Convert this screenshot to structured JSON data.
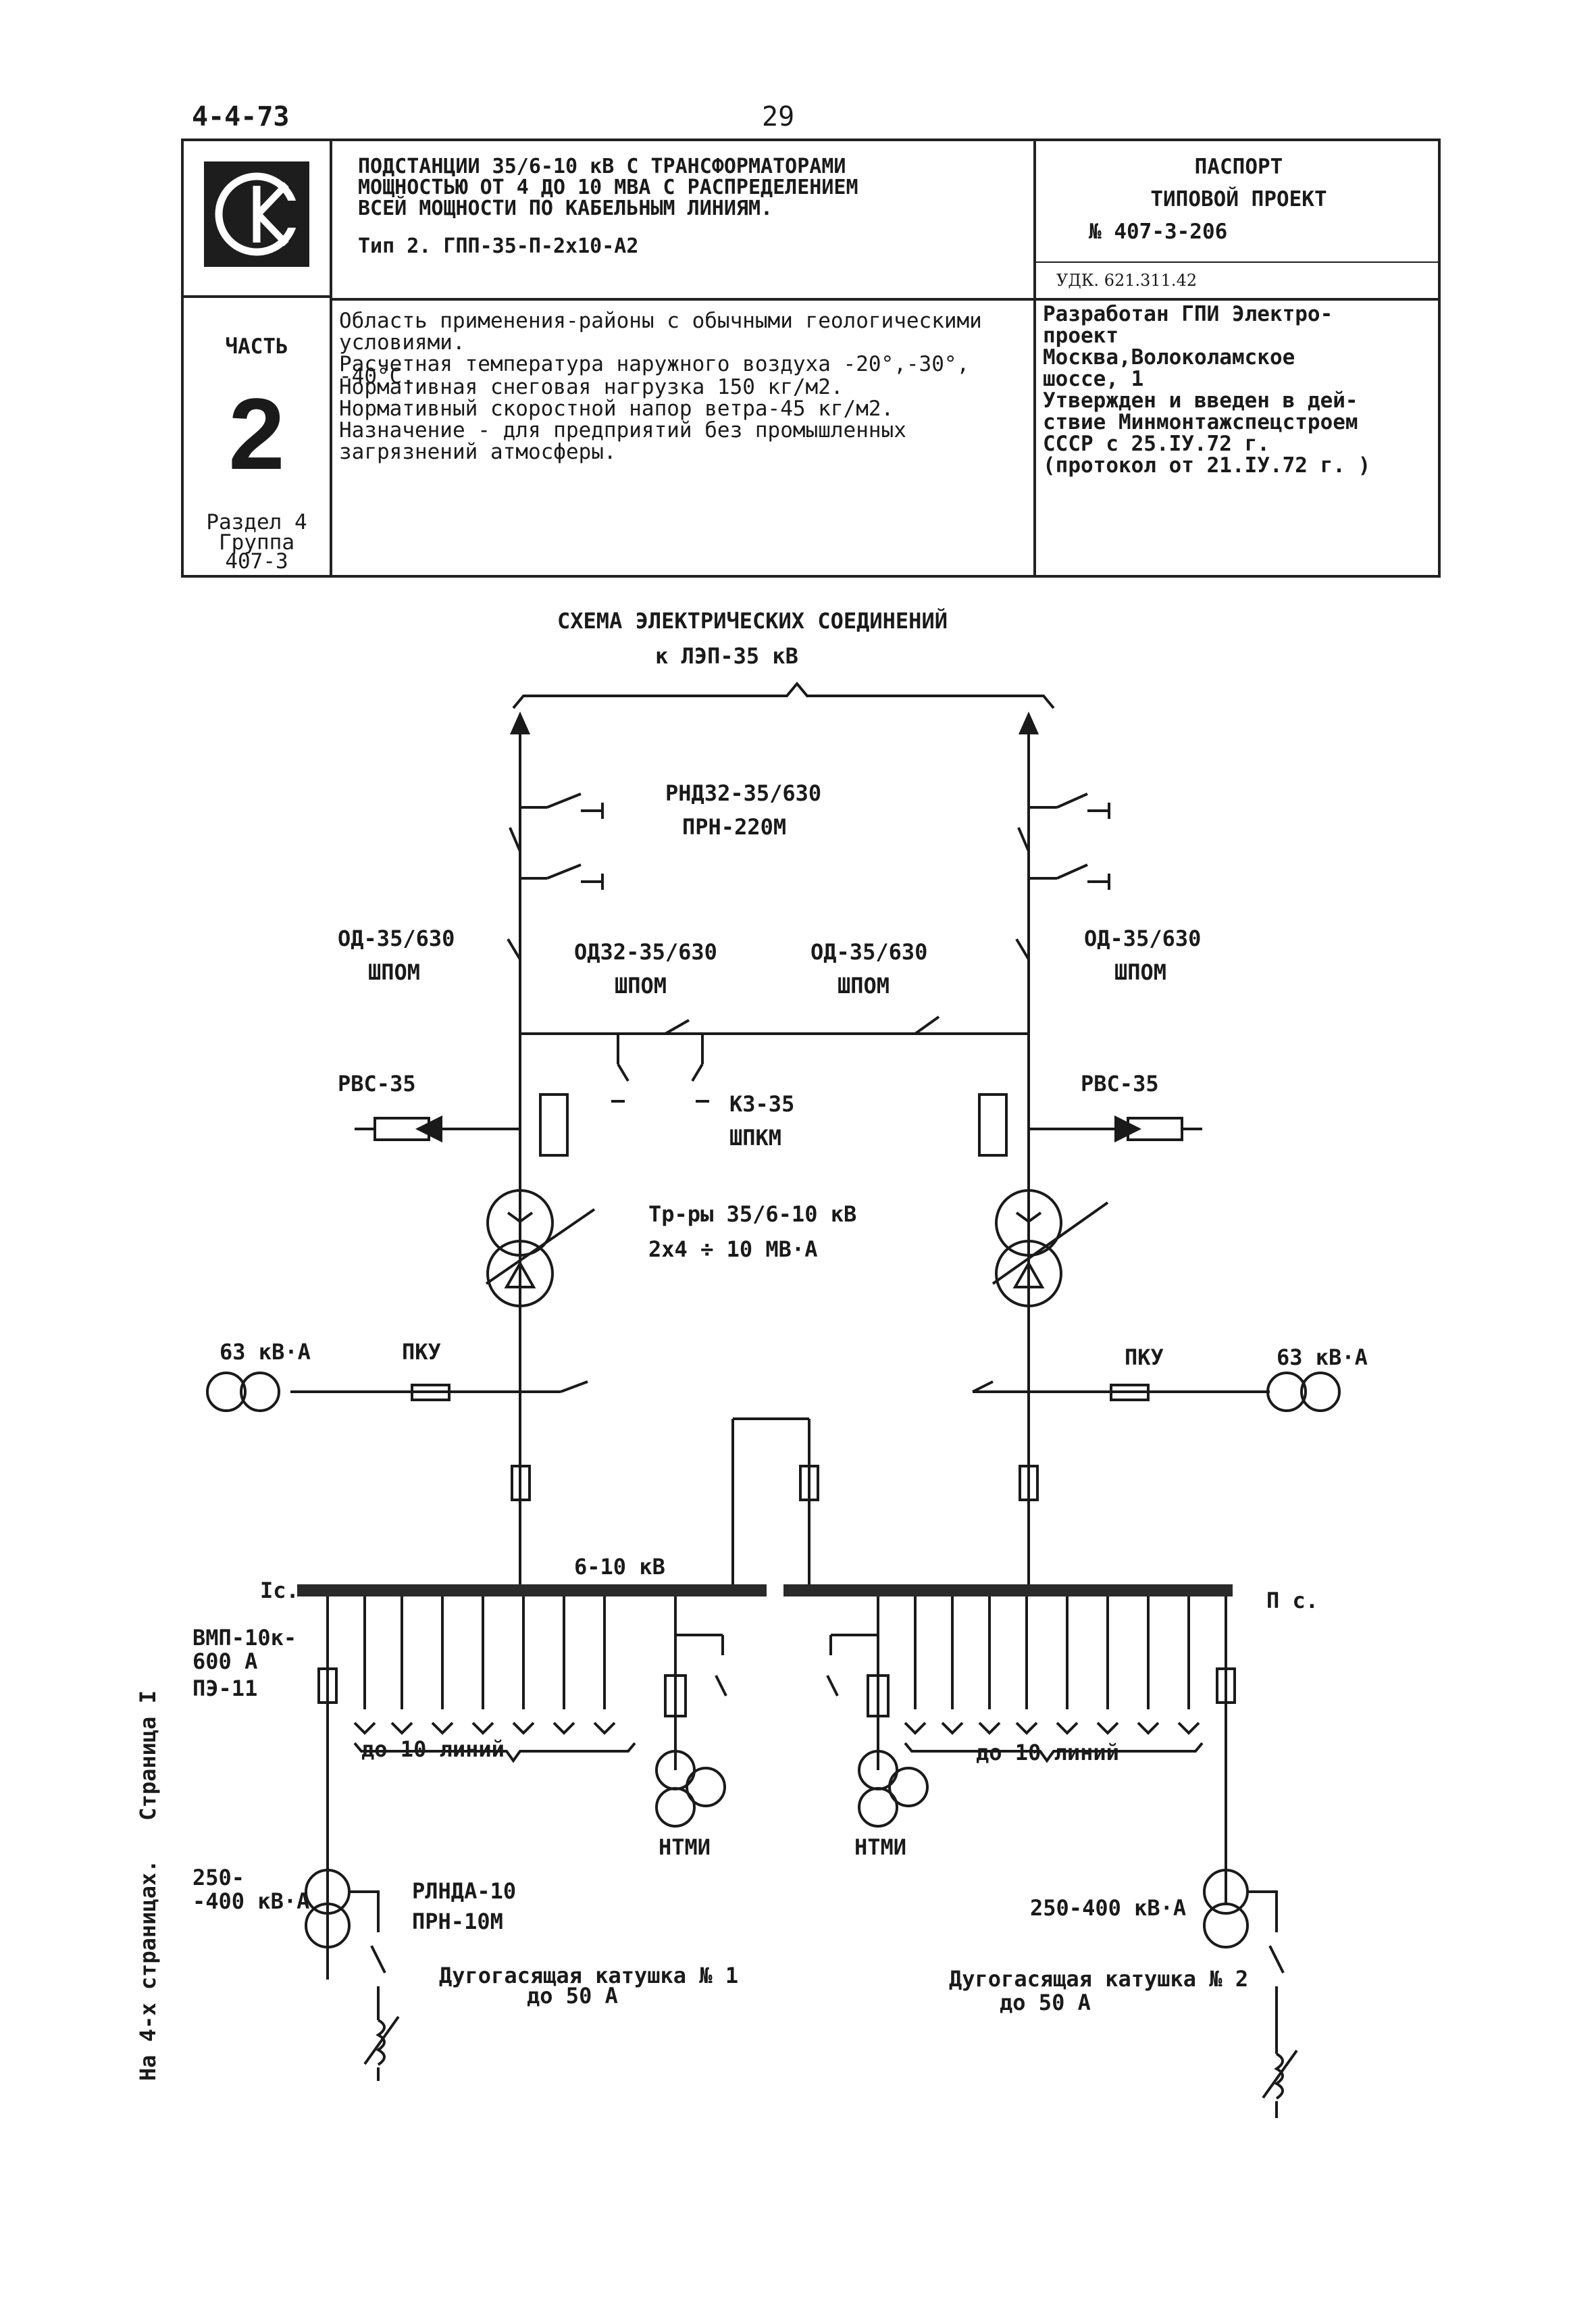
{
  "page": {
    "code": "4-4-73",
    "number": "29",
    "side_note": "На 4-х страницах.   Страница I"
  },
  "header": {
    "title_lines": [
      "ПОДСТАНЦИИ 35/6-10 кВ С ТРАНСФОРМАТОРАМИ",
      "МОЩНОСТЬЮ ОТ 4 ДО 10  МВА  С РАСПРЕДЕЛЕНИЕМ",
      "ВСЕЙ МОЩНОСТИ ПО КАБЕЛЬНЫМ ЛИНИЯМ."
    ],
    "type_line": "Тип 2. ГПП-35-П-2х10-А2",
    "passport_label": "ПАСПОРТ",
    "project_label": "ТИПОВОЙ ПРОЕКТ",
    "project_number": "№ 407-3-206",
    "udk": "УДК. 621.311.42",
    "part_label": "ЧАСТЬ",
    "part_number": "2",
    "section": "Раздел 4",
    "group": "Группа",
    "group_number": "407-3",
    "description_lines": [
      "Область применения-районы с обычными геологическими",
      "   условиями.",
      "Расчетная температура наружного воздуха -20°,-30°,",
      "   -40°С.",
      "Нормативная снеговая нагрузка 150 кг/м2.",
      "Нормативный скоростной напор ветра-45 кг/м2.",
      "Назначение - для предприятий без промышленных",
      "загрязнений атмосферы."
    ],
    "developer_lines": [
      "Разработан ГПИ Электро-",
      "проект",
      "Москва,Волоколамское",
      "шоссе, 1",
      "Утвержден и введен в дей-",
      "ствие Минмонтажспецстроем",
      "СССР с 25.IУ.72 г.",
      "(протокол от 21.IУ.72 г.  )"
    ]
  },
  "diagram": {
    "title": "СХЕМА  ЭЛЕКТРИЧЕСКИХ  СОЕДИНЕНИЙ",
    "subtitle": "к ЛЭП-35 кВ",
    "rnd_top": "РНДЗ2-35/630",
    "rnd_bottom": "ПРН-220М",
    "od_left_top": "ОД-35/630",
    "od_left_bottom": "ШПОМ",
    "odz_top": "ОДЗ2-35/630",
    "odz_bottom": "ШПОМ",
    "od_mid_top": "ОД-35/630",
    "od_mid_bottom": "ШПОМ",
    "od_right_top": "ОД-35/630",
    "od_right_bottom": "ШПОМ",
    "rvs_left": "РВС-35",
    "rvs_right": "РВС-35",
    "kz_top": "КЗ-35",
    "kz_bottom": "ШПКМ",
    "tr_top": "Тр-ры 35/6-10 кВ",
    "tr_bottom": "2х4 ÷ 10 МВ·А",
    "aux_left": "63 кВ·А",
    "aux_right": "63 кВ·А",
    "pku_left": "ПКУ",
    "pku_right": "ПКУ",
    "bus_voltage": "6-10 кВ",
    "section_left": "Iс.",
    "section_right": "П с.",
    "vmp_1": "ВМП-10к-",
    "vmp_2": "600 А",
    "vmp_3": "ПЭ-11",
    "lines_left": "до 10 линий",
    "lines_right": "до 10 линий",
    "ntmi_left": "НТМИ",
    "ntmi_right": "НТМИ",
    "tr_small_left_1": "250-",
    "tr_small_left_2": "-400 кВ·А",
    "tr_small_right": "250-400 кВ·А",
    "rlnd_top": "РЛНДА-10",
    "rlnd_bottom": "ПРН-10М",
    "coil_left_1": "Дугогасящая катушка № 1",
    "coil_left_2": "до 50 А",
    "coil_right_1": "Дугогасящая катушка № 2",
    "coil_right_2": "до 50 А"
  }
}
